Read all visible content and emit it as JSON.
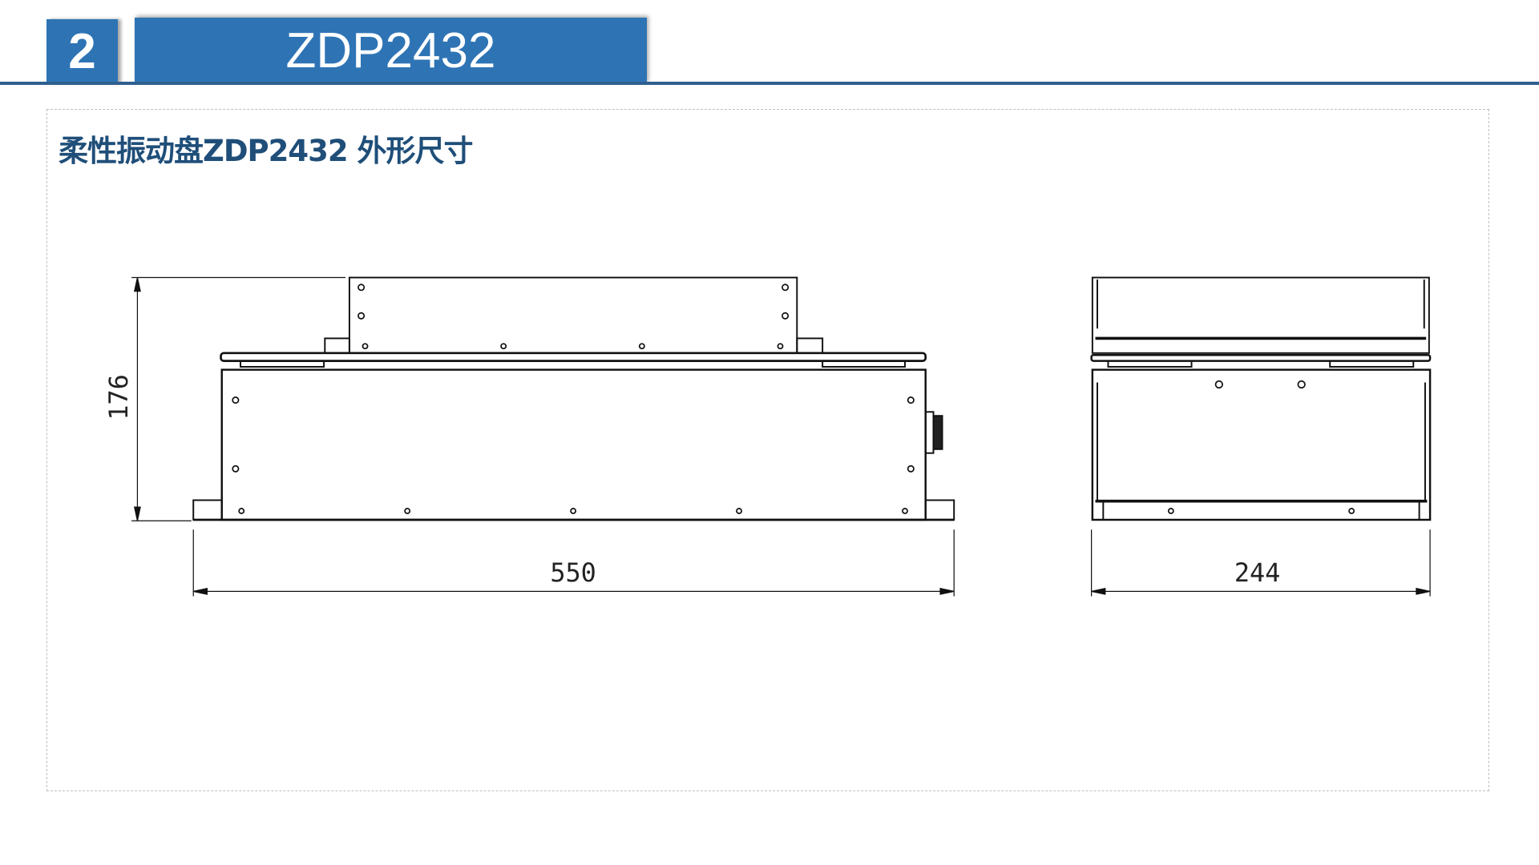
{
  "header": {
    "section_number": "2",
    "title": "ZDP2432"
  },
  "content": {
    "subtitle": "柔性振动盘ZDP2432 外形尺寸",
    "drawing": {
      "height_dim": "176",
      "length_dim": "550",
      "width_dim": "244"
    }
  },
  "colors": {
    "accent": "#2e74b5",
    "subtitle": "#1f4e79"
  }
}
